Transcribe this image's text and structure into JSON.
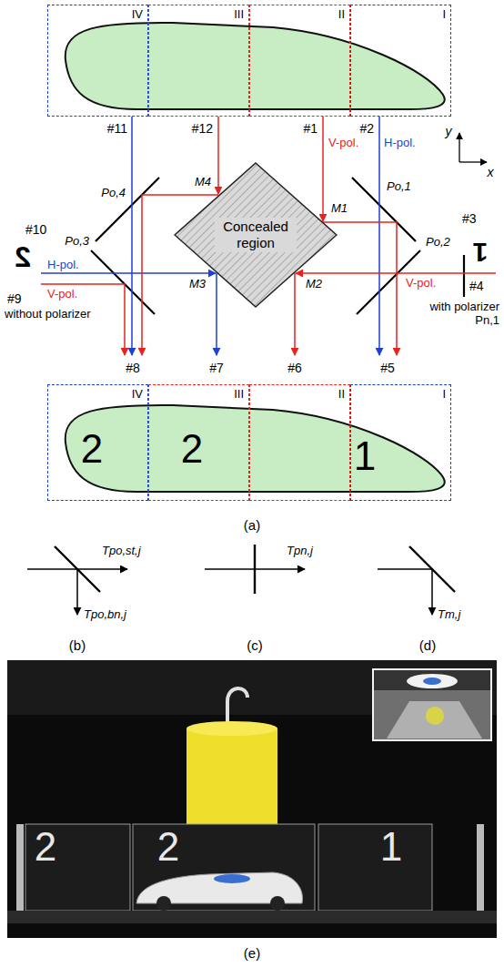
{
  "diagram": {
    "nodes": [
      {
        "text": [
          "IV"
        ]
      },
      {
        "text": [
          "III"
        ]
      },
      {
        "text": [
          "II"
        ]
      },
      {
        "text": [
          "I"
        ]
      },
      {
        "text": [
          "Concealed region"
        ]
      },
      {
        "text": [
          "IV",
          "2"
        ]
      },
      {
        "text": [
          "III",
          "2"
        ]
      },
      {
        "text": [
          "II"
        ]
      },
      {
        "text": [
          "I",
          "1"
        ]
      }
    ],
    "labels": [
      "y",
      "x",
      "#11",
      "#12",
      "#1",
      "#2",
      "V-pol.",
      "H-pol.",
      "#10",
      "Po,4",
      "#3",
      "Po,1",
      "M4",
      "M1",
      "M3",
      "M2",
      "Po,3",
      "Po,2",
      "2",
      "H-pol.",
      "V-pol.",
      "#9",
      "without polarizer",
      "V-pol.",
      "1",
      "#4",
      "with polarizer Pn,1",
      "#8",
      "#7",
      "#6",
      "#5",
      "(a)",
      "Tpo,st,j",
      "Tpo,bn,j",
      "(b)",
      "Tpn,j",
      "(c)",
      "Tm,j",
      "(d)",
      "2",
      "2",
      "1",
      "(e)"
    ]
  }
}
